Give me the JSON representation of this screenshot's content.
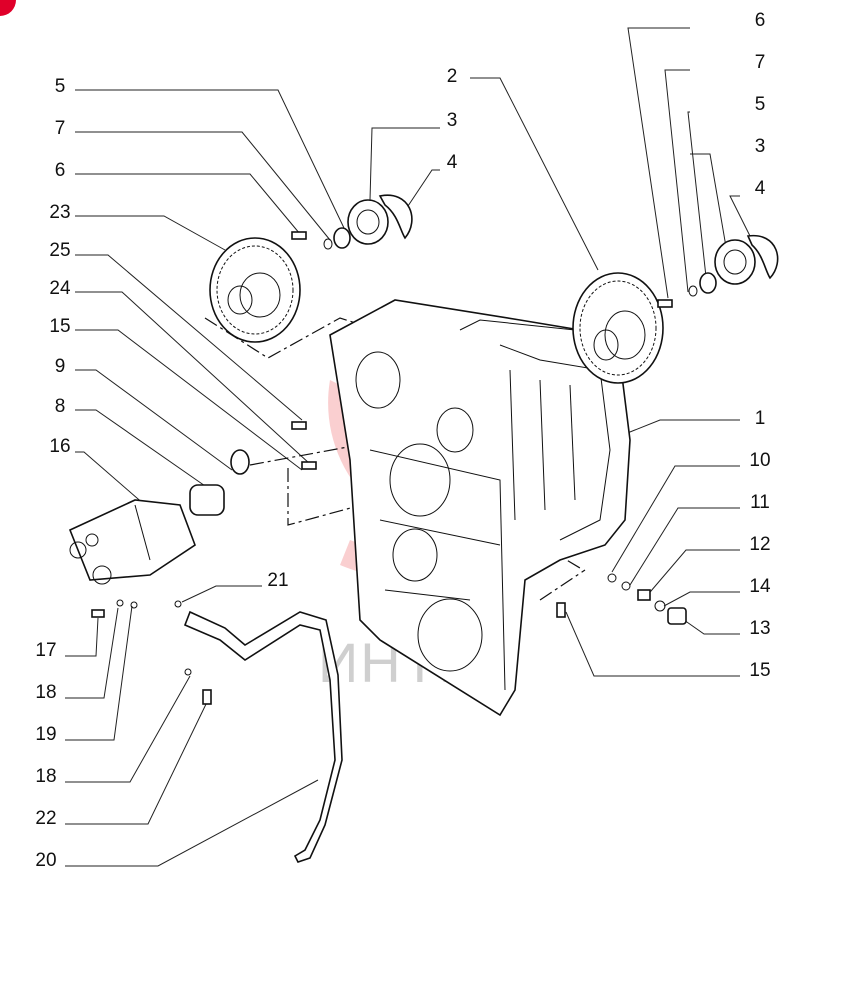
{
  "diagram": {
    "watermark_text": "ИНТЕХ",
    "callouts": [
      {
        "id": "c-6-top",
        "label": "6"
      },
      {
        "id": "c-7-right",
        "label": "7"
      },
      {
        "id": "c-5-right",
        "label": "5"
      },
      {
        "id": "c-3-right",
        "label": "3"
      },
      {
        "id": "c-4-right",
        "label": "4"
      },
      {
        "id": "c-2",
        "label": "2"
      },
      {
        "id": "c-5-left",
        "label": "5"
      },
      {
        "id": "c-3-left",
        "label": "3"
      },
      {
        "id": "c-7-left",
        "label": "7"
      },
      {
        "id": "c-4-left",
        "label": "4"
      },
      {
        "id": "c-6-left",
        "label": "6"
      },
      {
        "id": "c-23",
        "label": "23"
      },
      {
        "id": "c-25",
        "label": "25"
      },
      {
        "id": "c-24",
        "label": "24"
      },
      {
        "id": "c-15-left",
        "label": "15"
      },
      {
        "id": "c-9",
        "label": "9"
      },
      {
        "id": "c-8",
        "label": "8"
      },
      {
        "id": "c-16",
        "label": "16"
      },
      {
        "id": "c-1",
        "label": "1"
      },
      {
        "id": "c-10",
        "label": "10"
      },
      {
        "id": "c-11",
        "label": "11"
      },
      {
        "id": "c-12",
        "label": "12"
      },
      {
        "id": "c-14",
        "label": "14"
      },
      {
        "id": "c-13",
        "label": "13"
      },
      {
        "id": "c-15-right",
        "label": "15"
      },
      {
        "id": "c-21",
        "label": "21"
      },
      {
        "id": "c-17",
        "label": "17"
      },
      {
        "id": "c-18-top",
        "label": "18"
      },
      {
        "id": "c-19",
        "label": "19"
      },
      {
        "id": "c-18-bottom",
        "label": "18"
      },
      {
        "id": "c-22",
        "label": "22"
      },
      {
        "id": "c-20",
        "label": "20"
      }
    ]
  }
}
